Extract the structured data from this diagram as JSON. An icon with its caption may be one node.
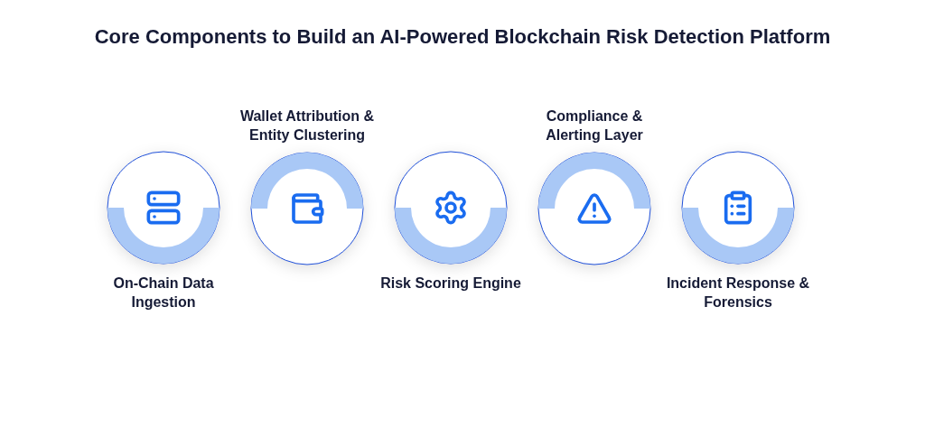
{
  "diagram": {
    "title": "Core Components to Build an AI-Powered Blockchain Risk Detection Platform",
    "nodes": [
      {
        "text": [
          "On-Chain Data Ingestion"
        ]
      },
      {
        "text": [
          "Wallet Attribution & Entity Clustering"
        ]
      },
      {
        "text": [
          "Risk Scoring Engine"
        ]
      },
      {
        "text": [
          "Compliance & Alerting Layer"
        ]
      },
      {
        "text": [
          "Incident Response & Forensics"
        ]
      }
    ]
  }
}
